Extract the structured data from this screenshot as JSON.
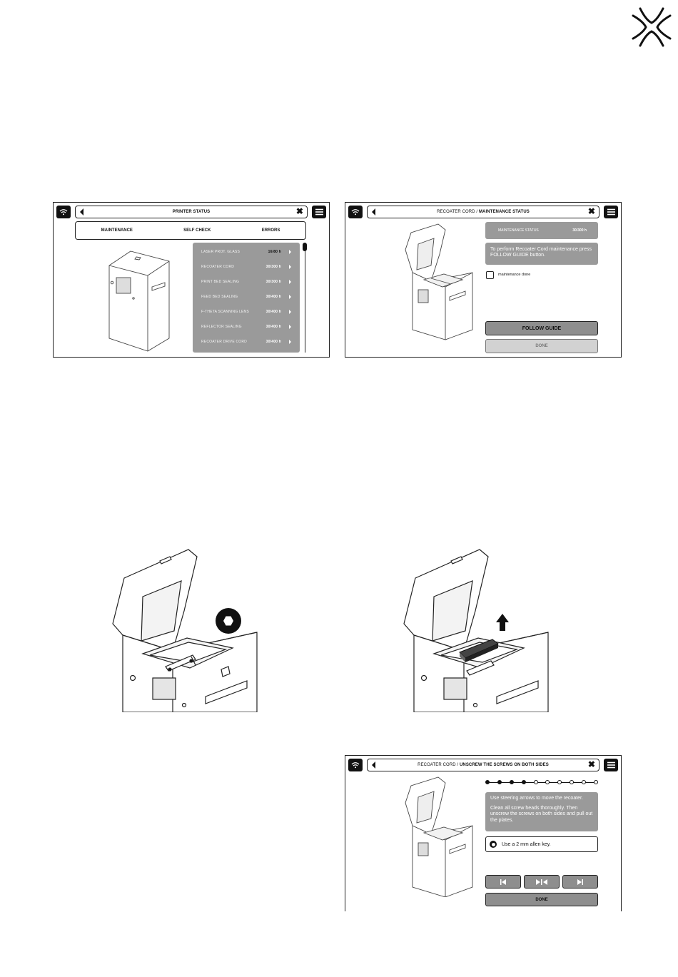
{
  "logo": {
    "icon": "brand-x-logo-icon"
  },
  "screen1": {
    "title": "PRINTER STATUS",
    "tabs": [
      "MAINTENANCE",
      "SELF CHECK",
      "ERRORS"
    ],
    "items": [
      {
        "label": "LASER PROT. GLASS",
        "value": "16/80 h"
      },
      {
        "label": "RECOATER CORD",
        "value": "30/300 h"
      },
      {
        "label": "PRINT BED SEALING",
        "value": "30/300 h"
      },
      {
        "label": "FEED BED SEALING",
        "value": "30/400 h"
      },
      {
        "label": "F-THETA SCANNING LENS",
        "value": "30/400 h"
      },
      {
        "label": "REFLECTOR SEALING",
        "value": "30/400 h"
      },
      {
        "label": "RECOATER DRIVE CORD",
        "value": "30/400 h"
      }
    ]
  },
  "screen2": {
    "title_prefix": "RECOATER CORD / ",
    "title_main": "MAINTENANCE STATUS",
    "status_label": "MAINTENANCE STATUS",
    "status_value": "30/300 h",
    "info": "To perform Recoater Cord maintenance press FOLLOW GUIDE button.",
    "checkbox_label": "maintenance done",
    "follow_guide": "FOLLOW GUIDE",
    "done": "DONE"
  },
  "screen3": {
    "title_prefix": "RECOATER CORD / ",
    "title_main": "UNSCREW THE SCREWS ON BOTH SIDES",
    "progress": {
      "total": 10,
      "completed": 4
    },
    "instruction_1": "Use steering arrows to move the recoater.",
    "instruction_2": "Clean all screw heads thoroughly. Then unscrew the screws on both sides and pull out the plates.",
    "tool_hint": "Use a 2 mm allen key.",
    "done": "DONE"
  }
}
